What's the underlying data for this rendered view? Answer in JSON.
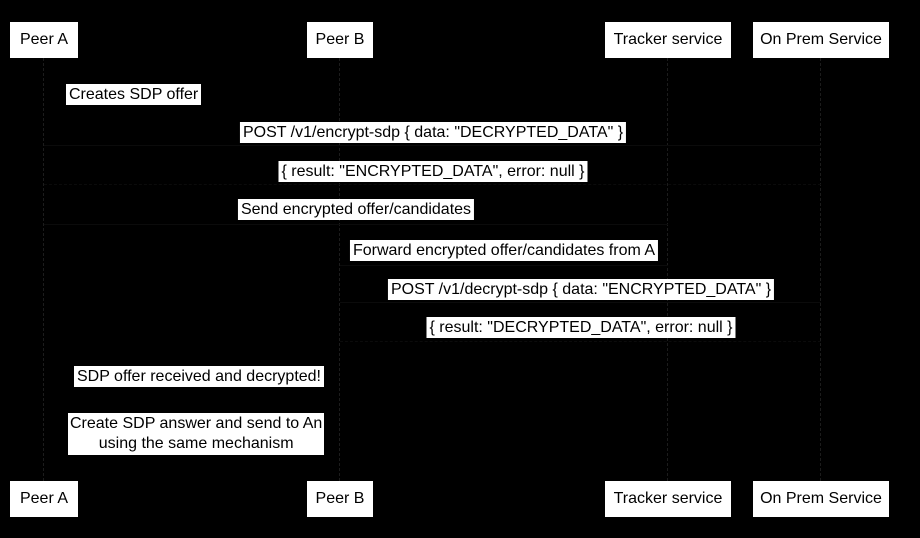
{
  "diagram": {
    "type": "sequence-diagram",
    "colors": {
      "background": "#000000",
      "label_background": "#ffffff",
      "label_text": "#000000",
      "lifeline": "#1c1c1c"
    },
    "participants": [
      {
        "label": "Peer A"
      },
      {
        "label": "Peer B"
      },
      {
        "label": "Tracker service"
      },
      {
        "label": "On Prem Service"
      }
    ],
    "messages": [
      {
        "from": "Peer A",
        "to": "Peer A",
        "text": "Creates SDP offer"
      },
      {
        "from": "Peer A",
        "to": "On Prem Service",
        "text": "POST /v1/encrypt-sdp { data: \"DECRYPTED_DATA\" }"
      },
      {
        "from": "On Prem Service",
        "to": "Peer A",
        "text": "{ result: \"ENCRYPTED_DATA\", error: null }"
      },
      {
        "from": "Peer A",
        "to": "Tracker service",
        "text": "Send encrypted offer/candidates"
      },
      {
        "from": "Tracker service",
        "to": "Peer B",
        "text": "Forward encrypted offer/candidates from A"
      },
      {
        "from": "Peer B",
        "to": "On Prem Service",
        "text": "POST /v1/decrypt-sdp { data: \"ENCRYPTED_DATA\" }"
      },
      {
        "from": "On Prem Service",
        "to": "Peer B",
        "text": "{ result: \"DECRYPTED_DATA\", error: null }"
      },
      {
        "from": "Peer A",
        "to": "Peer A",
        "text": "SDP offer received and decrypted!"
      }
    ],
    "note": {
      "line1": "Create SDP answer and send to An",
      "line2": "using the same mechanism"
    }
  }
}
